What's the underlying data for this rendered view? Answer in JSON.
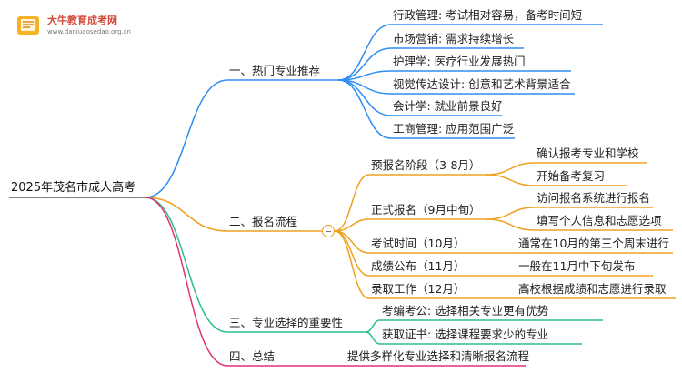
{
  "logo": {
    "name": "大牛教育成考网",
    "url": "www.daniuaosedao.org.cn"
  },
  "root": "2025年茂名市成人高考",
  "branches": [
    {
      "label": "一、热门专业推荐",
      "color": "#2f8df2",
      "children": [
        "行政管理: 考试相对容易，备考时间短",
        "市场营销: 需求持续增长",
        "护理学: 医疗行业发展热门",
        "视觉传达设计: 创意和艺术背景适合",
        "会计学: 就业前景良好",
        "工商管理: 应用范围广泛"
      ]
    },
    {
      "label": "二、报名流程",
      "color": "#f0a020",
      "children": [
        {
          "label": "预报名阶段（3-8月）",
          "children": [
            "确认报考专业和学校",
            "开始备考复习"
          ]
        },
        {
          "label": "正式报名（9月中旬）",
          "children": [
            "访问报名系统进行报名",
            "填写个人信息和志愿选项"
          ]
        },
        {
          "label": "考试时间（10月）",
          "children": [
            "通常在10月的第三个周末进行"
          ]
        },
        {
          "label": "成绩公布（11月）",
          "children": [
            "一般在11月中下旬发布"
          ]
        },
        {
          "label": "录取工作（12月）",
          "children": [
            "高校根据成绩和志愿进行录取"
          ]
        }
      ]
    },
    {
      "label": "三、专业选择的重要性",
      "color": "#28c08a",
      "children": [
        "考编考公: 选择相关专业更有优势",
        "获取证书: 选择课程要求少的专业"
      ]
    },
    {
      "label": "四、总结",
      "color": "#e0307a",
      "children": [
        "提供多样化专业选择和清晰报名流程"
      ]
    }
  ]
}
